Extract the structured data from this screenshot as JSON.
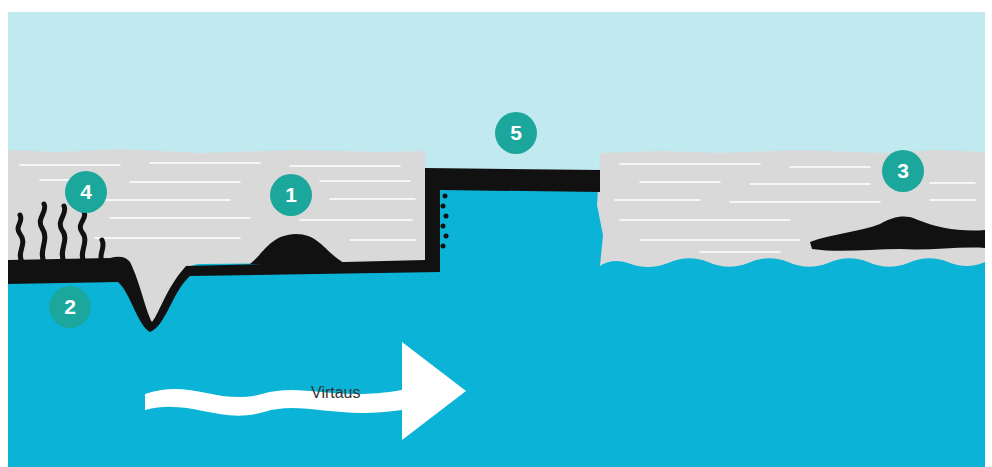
{
  "diagram": {
    "labels": [
      "5",
      "4",
      "1",
      "3",
      "2",
      "Virtaus"
    ]
  }
}
